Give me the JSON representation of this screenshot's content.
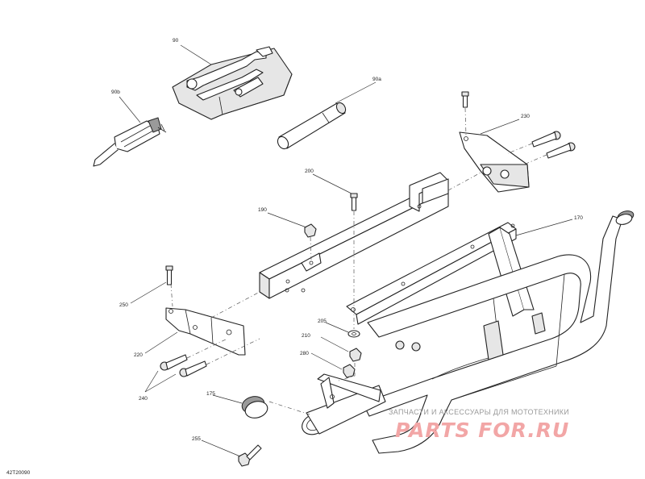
{
  "callouts": {
    "c90": "90",
    "c90a": "90a",
    "c90b": "90b",
    "c170": "170",
    "c175": "175",
    "c190": "190",
    "c200": "200",
    "c205": "205",
    "c210": "210",
    "c220": "220",
    "c230": "230",
    "c240": "240",
    "c250": "250",
    "c255": "255",
    "c280": "280"
  },
  "reference_code": "42T20090",
  "watermark": {
    "tagline": "ЗАПЧАСТИ И АКСЕССУАРЫ ДЛЯ МОТОТЕХНИКИ",
    "logo": "PARTS FOR.RU",
    "logo_color": "#f2a6a6"
  }
}
